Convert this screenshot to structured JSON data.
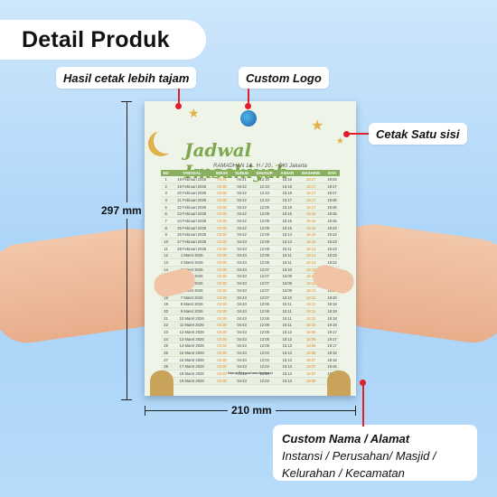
{
  "header": {
    "title": "Detail Produk"
  },
  "callouts": {
    "print_quality": "Hasil cetak lebih tajam",
    "logo": "Custom Logo",
    "one_side": "Cetak Satu sisi",
    "custom_name_line1": "Custom Nama / Alamat",
    "custom_name_line2": "Instansi / Perusahan/ Masjid /",
    "custom_name_line3": "Kelurahan / Kecamatan"
  },
  "dimensions": {
    "height": "297 mm",
    "width": "210 mm"
  },
  "poster": {
    "title": "Jadwal Imsakiyah",
    "subtitle": "RAMADHAN 14.. H / 20.. - DKI Jakarta",
    "columns": [
      "NO",
      "TANGGAL",
      "IMSAK",
      "SUBUH",
      "DHUHUR",
      "ASHAR",
      "MAGHRIB",
      "ISYA"
    ],
    "rows": [
      [
        "1",
        "18 Februari 2026",
        "04:31",
        "04:41",
        "12:10",
        "15:16",
        "18:17",
        "19:26"
      ],
      [
        "2",
        "19 Februari 2026",
        "04:30",
        "04:42",
        "12:10",
        "15:16",
        "18:17",
        "19:27"
      ],
      [
        "3",
        "20 Februari 2026",
        "04:30",
        "04:42",
        "12:10",
        "15:16",
        "18:17",
        "19:27"
      ],
      [
        "4",
        "21 Februari 2026",
        "04:30",
        "04:42",
        "12:10",
        "15:17",
        "18:17",
        "19:26"
      ],
      [
        "5",
        "22 Februari 2026",
        "04:30",
        "04:42",
        "12:09",
        "15:16",
        "18:17",
        "19:26"
      ],
      [
        "6",
        "23 Februari 2026",
        "04:30",
        "04:42",
        "12:09",
        "15:16",
        "18:16",
        "19:25"
      ],
      [
        "7",
        "24 Februari 2026",
        "04:30",
        "04:42",
        "12:09",
        "15:15",
        "18:16",
        "19:25"
      ],
      [
        "8",
        "25 Februari 2026",
        "04:30",
        "04:42",
        "12:09",
        "15:15",
        "18:15",
        "19:24"
      ],
      [
        "9",
        "26 Februari 2026",
        "04:30",
        "04:42",
        "12:09",
        "15:14",
        "18:15",
        "19:24"
      ],
      [
        "10",
        "27 Februari 2026",
        "04:30",
        "04:43",
        "12:09",
        "15:13",
        "18:15",
        "19:23"
      ],
      [
        "11",
        "28 Februari 2026",
        "04:30",
        "04:43",
        "12:08",
        "15:11",
        "18:14",
        "19:23"
      ],
      [
        "12",
        "1 Maret 2026",
        "04:30",
        "04:43",
        "12:08",
        "15:11",
        "18:14",
        "19:23"
      ],
      [
        "13",
        "2 Maret 2026",
        "04:30",
        "04:43",
        "12:08",
        "15:11",
        "18:14",
        "19:22"
      ],
      [
        "14",
        "3 Maret 2026",
        "04:30",
        "04:43",
        "12:07",
        "15:10",
        "18:13",
        "19:22"
      ],
      [
        "15",
        "4 Maret 2026",
        "04:30",
        "04:43",
        "12:07",
        "15:09",
        "18:13",
        "19:21"
      ],
      [
        "16",
        "5 Maret 2026",
        "04:30",
        "04:43",
        "12:07",
        "15:09",
        "18:12",
        "19:21"
      ],
      [
        "17",
        "6 Maret 2026",
        "04:30",
        "04:43",
        "12:07",
        "15:09",
        "18:12",
        "19:20"
      ],
      [
        "18",
        "7 Maret 2026",
        "04:30",
        "04:43",
        "12:07",
        "15:10",
        "18:12",
        "19:20"
      ],
      [
        "19",
        "8 Maret 2026",
        "04:30",
        "04:43",
        "12:06",
        "15:11",
        "18:11",
        "19:19"
      ],
      [
        "20",
        "9 Maret 2026",
        "04:30",
        "04:43",
        "12:06",
        "15:11",
        "18:11",
        "19:19"
      ],
      [
        "21",
        "10 Maret 2026",
        "04:30",
        "04:43",
        "12:06",
        "15:11",
        "18:10",
        "19:18"
      ],
      [
        "22",
        "11 Maret 2026",
        "04:30",
        "04:43",
        "12:06",
        "15:11",
        "18:10",
        "19:18"
      ],
      [
        "23",
        "12 Maret 2026",
        "04:30",
        "04:43",
        "12:05",
        "15:12",
        "18:09",
        "19:17"
      ],
      [
        "24",
        "13 Maret 2026",
        "04:30",
        "04:43",
        "12:05",
        "15:12",
        "18:09",
        "19:17"
      ],
      [
        "25",
        "14 Maret 2026",
        "04:30",
        "04:43",
        "12:05",
        "15:13",
        "18:08",
        "19:17"
      ],
      [
        "26",
        "15 Maret 2026",
        "04:30",
        "04:43",
        "12:04",
        "15:13",
        "18:08",
        "19:16"
      ],
      [
        "27",
        "16 Maret 2026",
        "04:30",
        "04:43",
        "12:04",
        "15:13",
        "18:07",
        "19:16"
      ],
      [
        "28",
        "17 Maret 2026",
        "04:30",
        "04:43",
        "12:04",
        "15:13",
        "18:07",
        "19:15"
      ],
      [
        "29",
        "18 Maret 2026",
        "04:30",
        "04:43",
        "12:04",
        "15:13",
        "18:07",
        "19:15"
      ],
      [
        "30",
        "19 Maret 2026",
        "04:30",
        "04:43",
        "12:04",
        "15:13",
        "18:06",
        "19:15"
      ]
    ],
    "company_name": "Nama PerusahaanInstansi"
  }
}
